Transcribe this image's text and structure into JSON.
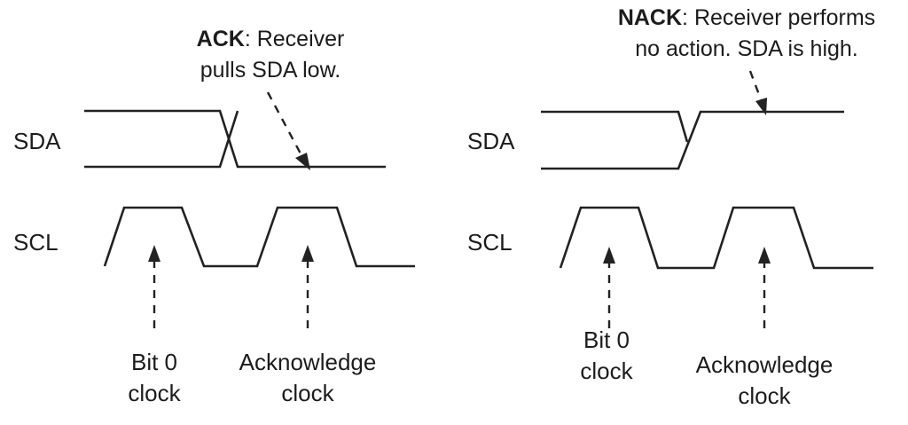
{
  "colors": {
    "ink": "#222222",
    "background": "#ffffff"
  },
  "ack_panel": {
    "callout": {
      "keyword": "ACK",
      "line1_rest": ": Receiver",
      "line2": "pulls SDA low."
    },
    "sda_label": "SDA",
    "scl_label": "SCL",
    "bit0_clock": {
      "line1": "Bit 0",
      "line2": "clock"
    },
    "ack_clock": {
      "line1": "Acknowledge",
      "line2": "clock"
    }
  },
  "nack_panel": {
    "callout": {
      "keyword": "NACK",
      "line1_rest": ": Receiver performs",
      "line2": "no action. SDA is high."
    },
    "sda_label": "SDA",
    "scl_label": "SCL",
    "bit0_clock": {
      "line1": "Bit 0",
      "line2": "clock"
    },
    "ack_clock": {
      "line1": "Acknowledge",
      "line2": "clock"
    }
  }
}
